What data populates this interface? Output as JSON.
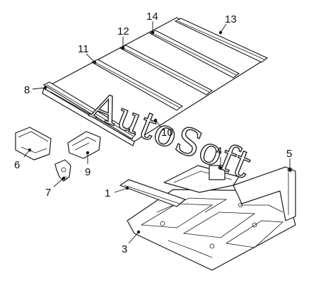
{
  "diagram": {
    "watermark": "AutoSoft",
    "callouts": [
      {
        "id": "1",
        "label": "1"
      },
      {
        "id": "3",
        "label": "3"
      },
      {
        "id": "4",
        "label": "4"
      },
      {
        "id": "5",
        "label": "5"
      },
      {
        "id": "6",
        "label": "6"
      },
      {
        "id": "7",
        "label": "7"
      },
      {
        "id": "8",
        "label": "8"
      },
      {
        "id": "9",
        "label": "9"
      },
      {
        "id": "10",
        "label": "10"
      },
      {
        "id": "11",
        "label": "11"
      },
      {
        "id": "12",
        "label": "12"
      },
      {
        "id": "13",
        "label": "13"
      },
      {
        "id": "14",
        "label": "14"
      }
    ]
  }
}
